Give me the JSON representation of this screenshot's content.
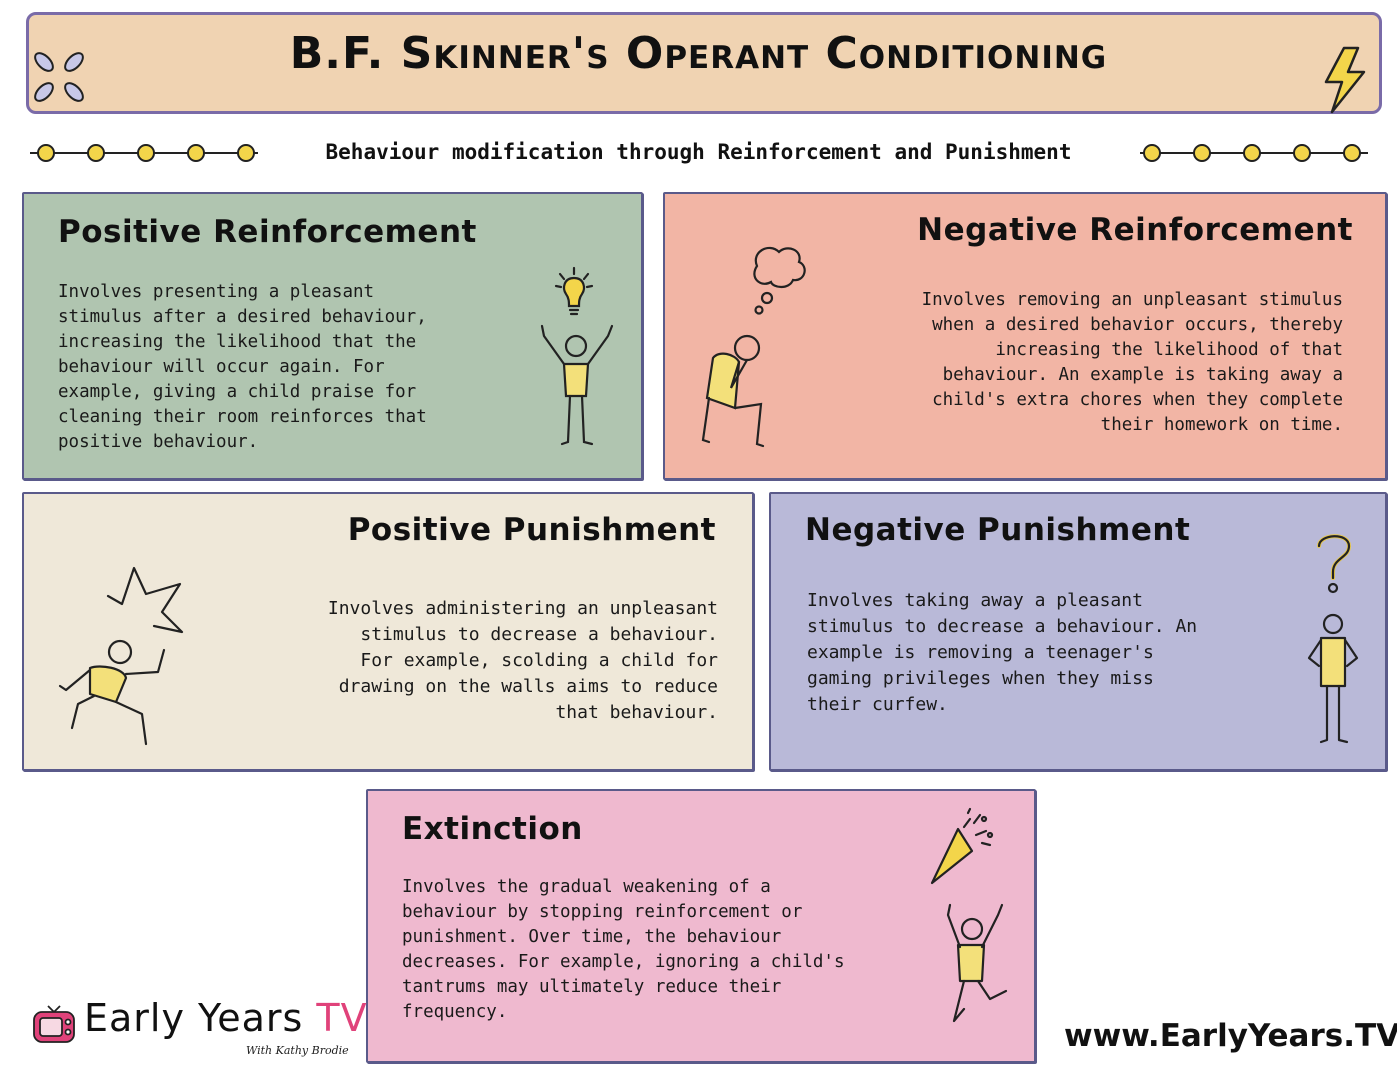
{
  "title": "B.F. Skinner's Operant Conditioning",
  "subtitle": "Behaviour modification through Reinforcement and Punishment",
  "cards": {
    "positive_reinforcement": {
      "title": "Positive Reinforcement",
      "body": "Involves presenting a pleasant\nstimulus after a desired behaviour,\nincreasing the likelihood that the\nbehaviour will occur again. For\nexample, giving a child praise for\ncleaning their room reinforces that\npositive behaviour."
    },
    "negative_reinforcement": {
      "title": "Negative Reinforcement",
      "body": "Involves removing an unpleasant stimulus\nwhen a desired behavior occurs, thereby\nincreasing the likelihood of that\nbehaviour. An example is taking away a\nchild's extra chores when they complete\ntheir homework on time."
    },
    "positive_punishment": {
      "title": "Positive Punishment",
      "body": "Involves administering an unpleasant\nstimulus to decrease a behaviour.\nFor example, scolding a child for\ndrawing on the walls aims to reduce\nthat behaviour."
    },
    "negative_punishment": {
      "title": "Negative Punishment",
      "body": "Involves taking away a pleasant\nstimulus to decrease a behaviour. An\nexample is removing a teenager's\ngaming privileges when they miss\ntheir curfew."
    },
    "extinction": {
      "title": "Extinction",
      "body": "Involves the gradual weakening of a\nbehaviour by stopping reinforcement or\npunishment. Over time, the behaviour\ndecreases. For example, ignoring a child's\ntantrums may ultimately reduce their\nfrequency."
    }
  },
  "logo": {
    "name_main": "Early Years",
    "name_tv": "TV",
    "tagline": "With Kathy Brodie"
  },
  "website": "www.EarlyYears.TV",
  "colors": {
    "banner": "#f0d3b2",
    "positive_reinforcement": "#b0c5b0",
    "negative_reinforcement": "#f2b5a5",
    "positive_punishment": "#efe8d9",
    "negative_punishment": "#b9b9d8",
    "extinction": "#efb9cf",
    "figure_yellow": "#f3e07a"
  },
  "icons": {
    "banner_left": "petals-icon",
    "banner_right": "lightning-icon",
    "positive_reinforcement": "lightbulb-figure-icon",
    "negative_reinforcement": "thinking-figure-icon",
    "positive_punishment": "startled-figure-icon",
    "negative_punishment": "question-figure-icon",
    "extinction": "party-popper-figure-icon",
    "logo": "tv-icon"
  }
}
